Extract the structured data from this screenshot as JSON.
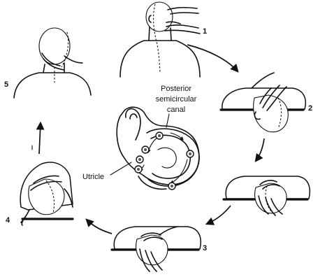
{
  "steps": [
    {
      "number": "1"
    },
    {
      "number": "2"
    },
    {
      "number": "3"
    },
    {
      "number": "4"
    },
    {
      "number": "5"
    }
  ],
  "labels": {
    "posterior_canal_line1": "Posterior",
    "posterior_canal_line2": "semicircular",
    "posterior_canal_line3": "canal",
    "utricle": "Utricle"
  },
  "colors": {
    "ink": "#111111",
    "background": "#ffffff"
  }
}
